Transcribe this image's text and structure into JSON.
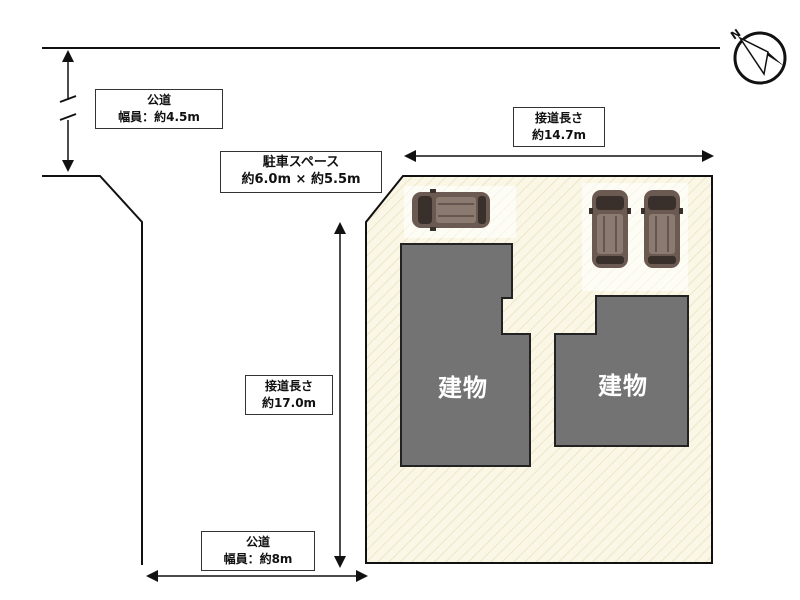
{
  "labels": {
    "road_north": {
      "line1": "公道",
      "line2": "幅員：約4.5m"
    },
    "road_south": {
      "line1": "公道",
      "line2": "幅員：約8m"
    },
    "frontage_north": {
      "line1": "接道長さ",
      "line2": "約14.7m"
    },
    "frontage_west": {
      "line1": "接道長さ",
      "line2": "約17.0m"
    },
    "parking": {
      "line1": "駐車スペース",
      "line2": "約6.0m × 約5.5m"
    }
  },
  "buildings": [
    {
      "label": "建物"
    },
    {
      "label": "建物"
    }
  ],
  "colors": {
    "lot_fill": "#fbf7e6",
    "building_fill": "#737373",
    "line": "#111111",
    "car_body": "#6b5a52"
  },
  "icons": [
    "compass-icon",
    "car-icon"
  ]
}
